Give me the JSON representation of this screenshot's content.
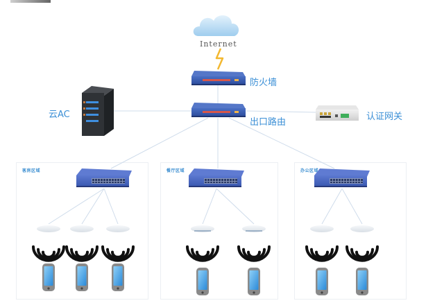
{
  "title": "",
  "internet": {
    "label": "Internet",
    "icon": "cloud-icon"
  },
  "core": {
    "firewall": {
      "label": "防火墙",
      "icon": "firewall-device-icon"
    },
    "router": {
      "label": "出口路由",
      "icon": "router-device-icon"
    },
    "cloud_ac": {
      "label": "云AC",
      "icon": "server-tower-icon"
    },
    "auth_gateway": {
      "label": "认证网关",
      "icon": "gateway-device-icon"
    }
  },
  "zones": [
    {
      "label": "客房区域",
      "switch_icon": "switch-icon",
      "access_points": 3,
      "phones": 3
    },
    {
      "label": "餐厅区域",
      "switch_icon": "switch-icon",
      "access_points": 2,
      "phones": 2
    },
    {
      "label": "办公区域",
      "switch_icon": "switch-icon",
      "access_points": 2,
      "phones": 2
    }
  ],
  "colors": {
    "label_blue": "#3b8fd6",
    "device_blue": "#2f4fa0",
    "line": "#c9d8e6",
    "lightning": "#f3b830",
    "cloud": "#b6daf1",
    "server": "#2c2f33",
    "wifi": "#111111",
    "phone_screen": "#4aa9e8"
  }
}
